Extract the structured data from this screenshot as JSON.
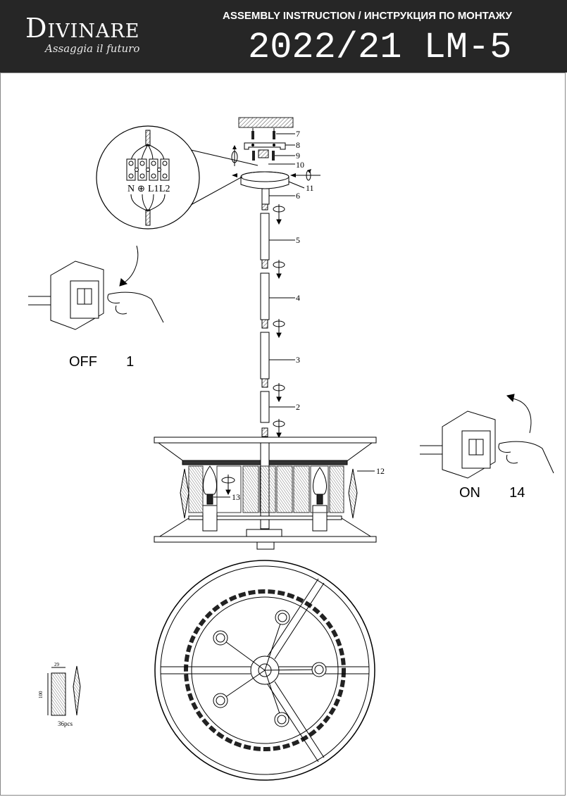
{
  "header": {
    "brand": "Divinare",
    "tagline": "Assaggia il futuro",
    "instruction_title": "ASSEMBLY INSTRUCTION / ИНСТРУКЦИЯ ПО МОНТАЖУ",
    "model": "2022/21 LM-5"
  },
  "terminal_labels": [
    "N",
    "⊕",
    "L1",
    "L2"
  ],
  "part_numbers": [
    "7",
    "8",
    "9",
    "10",
    "11",
    "6",
    "5",
    "4",
    "3",
    "2",
    "12",
    "13"
  ],
  "switch_off": {
    "state": "OFF",
    "step": "1"
  },
  "switch_on": {
    "state": "ON",
    "step": "14"
  },
  "crystal": {
    "width": "29",
    "height": "100",
    "quantity": "36pcs"
  }
}
